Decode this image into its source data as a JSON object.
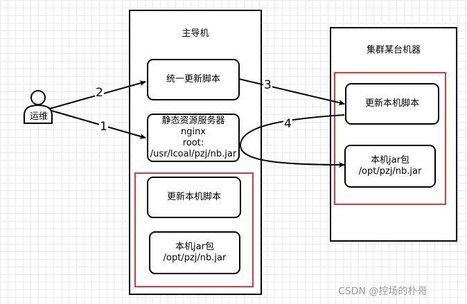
{
  "main_host": {
    "title": "主导机",
    "unified_script": "统一更新脚本",
    "static_server": {
      "line1": "静态资源服务器",
      "line2": "nginx",
      "line3": "root:",
      "line4": "/usr/lcoal/pzj/nb.jar"
    },
    "local_update_script": "更新本机脚本",
    "local_jar": {
      "line1": "本机jar包",
      "line2": "/opt/pzj/nb.jar"
    }
  },
  "cluster_host": {
    "title": "集群某台机器",
    "local_update_script": "更新本机脚本",
    "local_jar": {
      "line1": "本机jar包",
      "line2": "/opt/pzj/nb.jar"
    }
  },
  "actor": {
    "label": "运维"
  },
  "edges": [
    {
      "label": "1"
    },
    {
      "label": "2"
    },
    {
      "label": "3"
    },
    {
      "label": "4"
    }
  ],
  "watermark": "CSDN @控场的朴哥",
  "colors": {
    "line": "#000000",
    "highlight_box": "#e8333c",
    "grid": "#ebebeb"
  }
}
